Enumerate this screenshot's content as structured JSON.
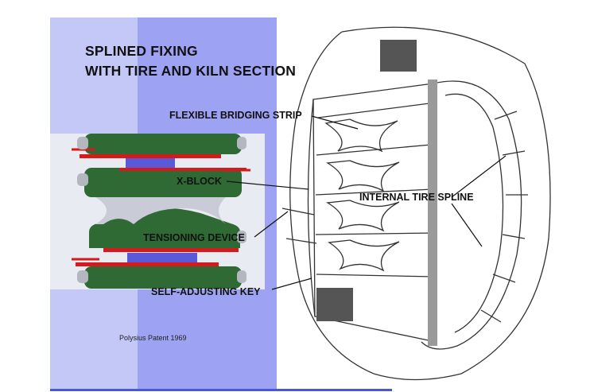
{
  "diagram": {
    "title_line1": "SPLINED FIXING",
    "title_line2": "WITH TIRE AND KILN SECTION",
    "labels": {
      "flexible_bridging_strip": "FLEXIBLE BRIDGING STRIP",
      "x_block": "X-BLOCK",
      "internal_tire_spline": "INTERNAL TIRE SPLINE",
      "tensioning_device": "TENSIONING DEVICE",
      "self_adjusting_key": "SELF-ADJUSTING KEY"
    },
    "credit": "Polysius Patent 1969"
  },
  "colors": {
    "panel_blue": "#9da3f2",
    "block_green": "#2f6a35",
    "strip_red": "#d41a1a",
    "insert_blue": "#5a5ad8",
    "cross_section_bg": "#e9ebf3",
    "line_art": "#333333"
  }
}
